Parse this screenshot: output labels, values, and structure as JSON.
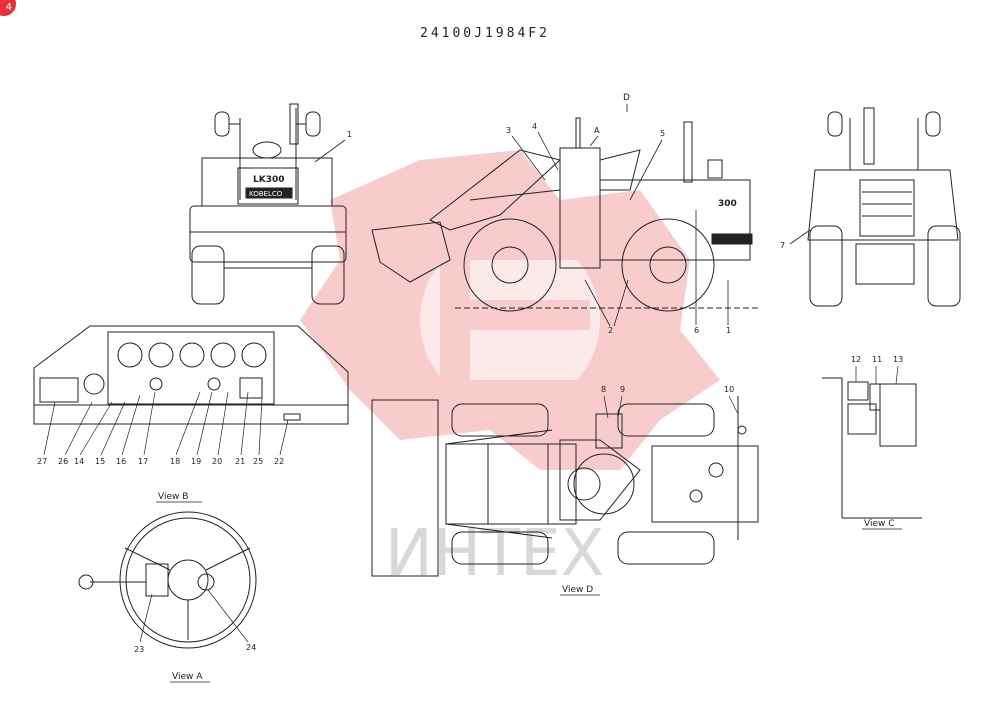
{
  "header": {
    "badge_text": "4",
    "part_number": "24100J1984F2"
  },
  "watermark": {
    "text": "ИНТЕХ",
    "color": "#f3a0a0"
  },
  "callouts": {
    "front_view": [
      "1"
    ],
    "side_view": [
      "D",
      "3",
      "4",
      "A",
      "5",
      "2",
      "6",
      "1"
    ],
    "rear_view": [
      "7"
    ],
    "view_b": [
      "27",
      "26",
      "14",
      "15",
      "16",
      "17",
      "18",
      "19",
      "20",
      "21",
      "25",
      "22"
    ],
    "view_d": [
      "8",
      "9",
      "10"
    ],
    "view_c": [
      "12",
      "11",
      "13"
    ],
    "view_a": [
      "23",
      "24"
    ]
  },
  "view_labels": {
    "view_b": "View  B",
    "view_a": "View  A",
    "view_d": "View  D",
    "view_c": "View  C"
  },
  "decals": {
    "model": "LK300",
    "brand": "KOBELCO",
    "side_model": "300"
  },
  "colors": {
    "ink": "#222222",
    "badge": "#e8303a"
  }
}
